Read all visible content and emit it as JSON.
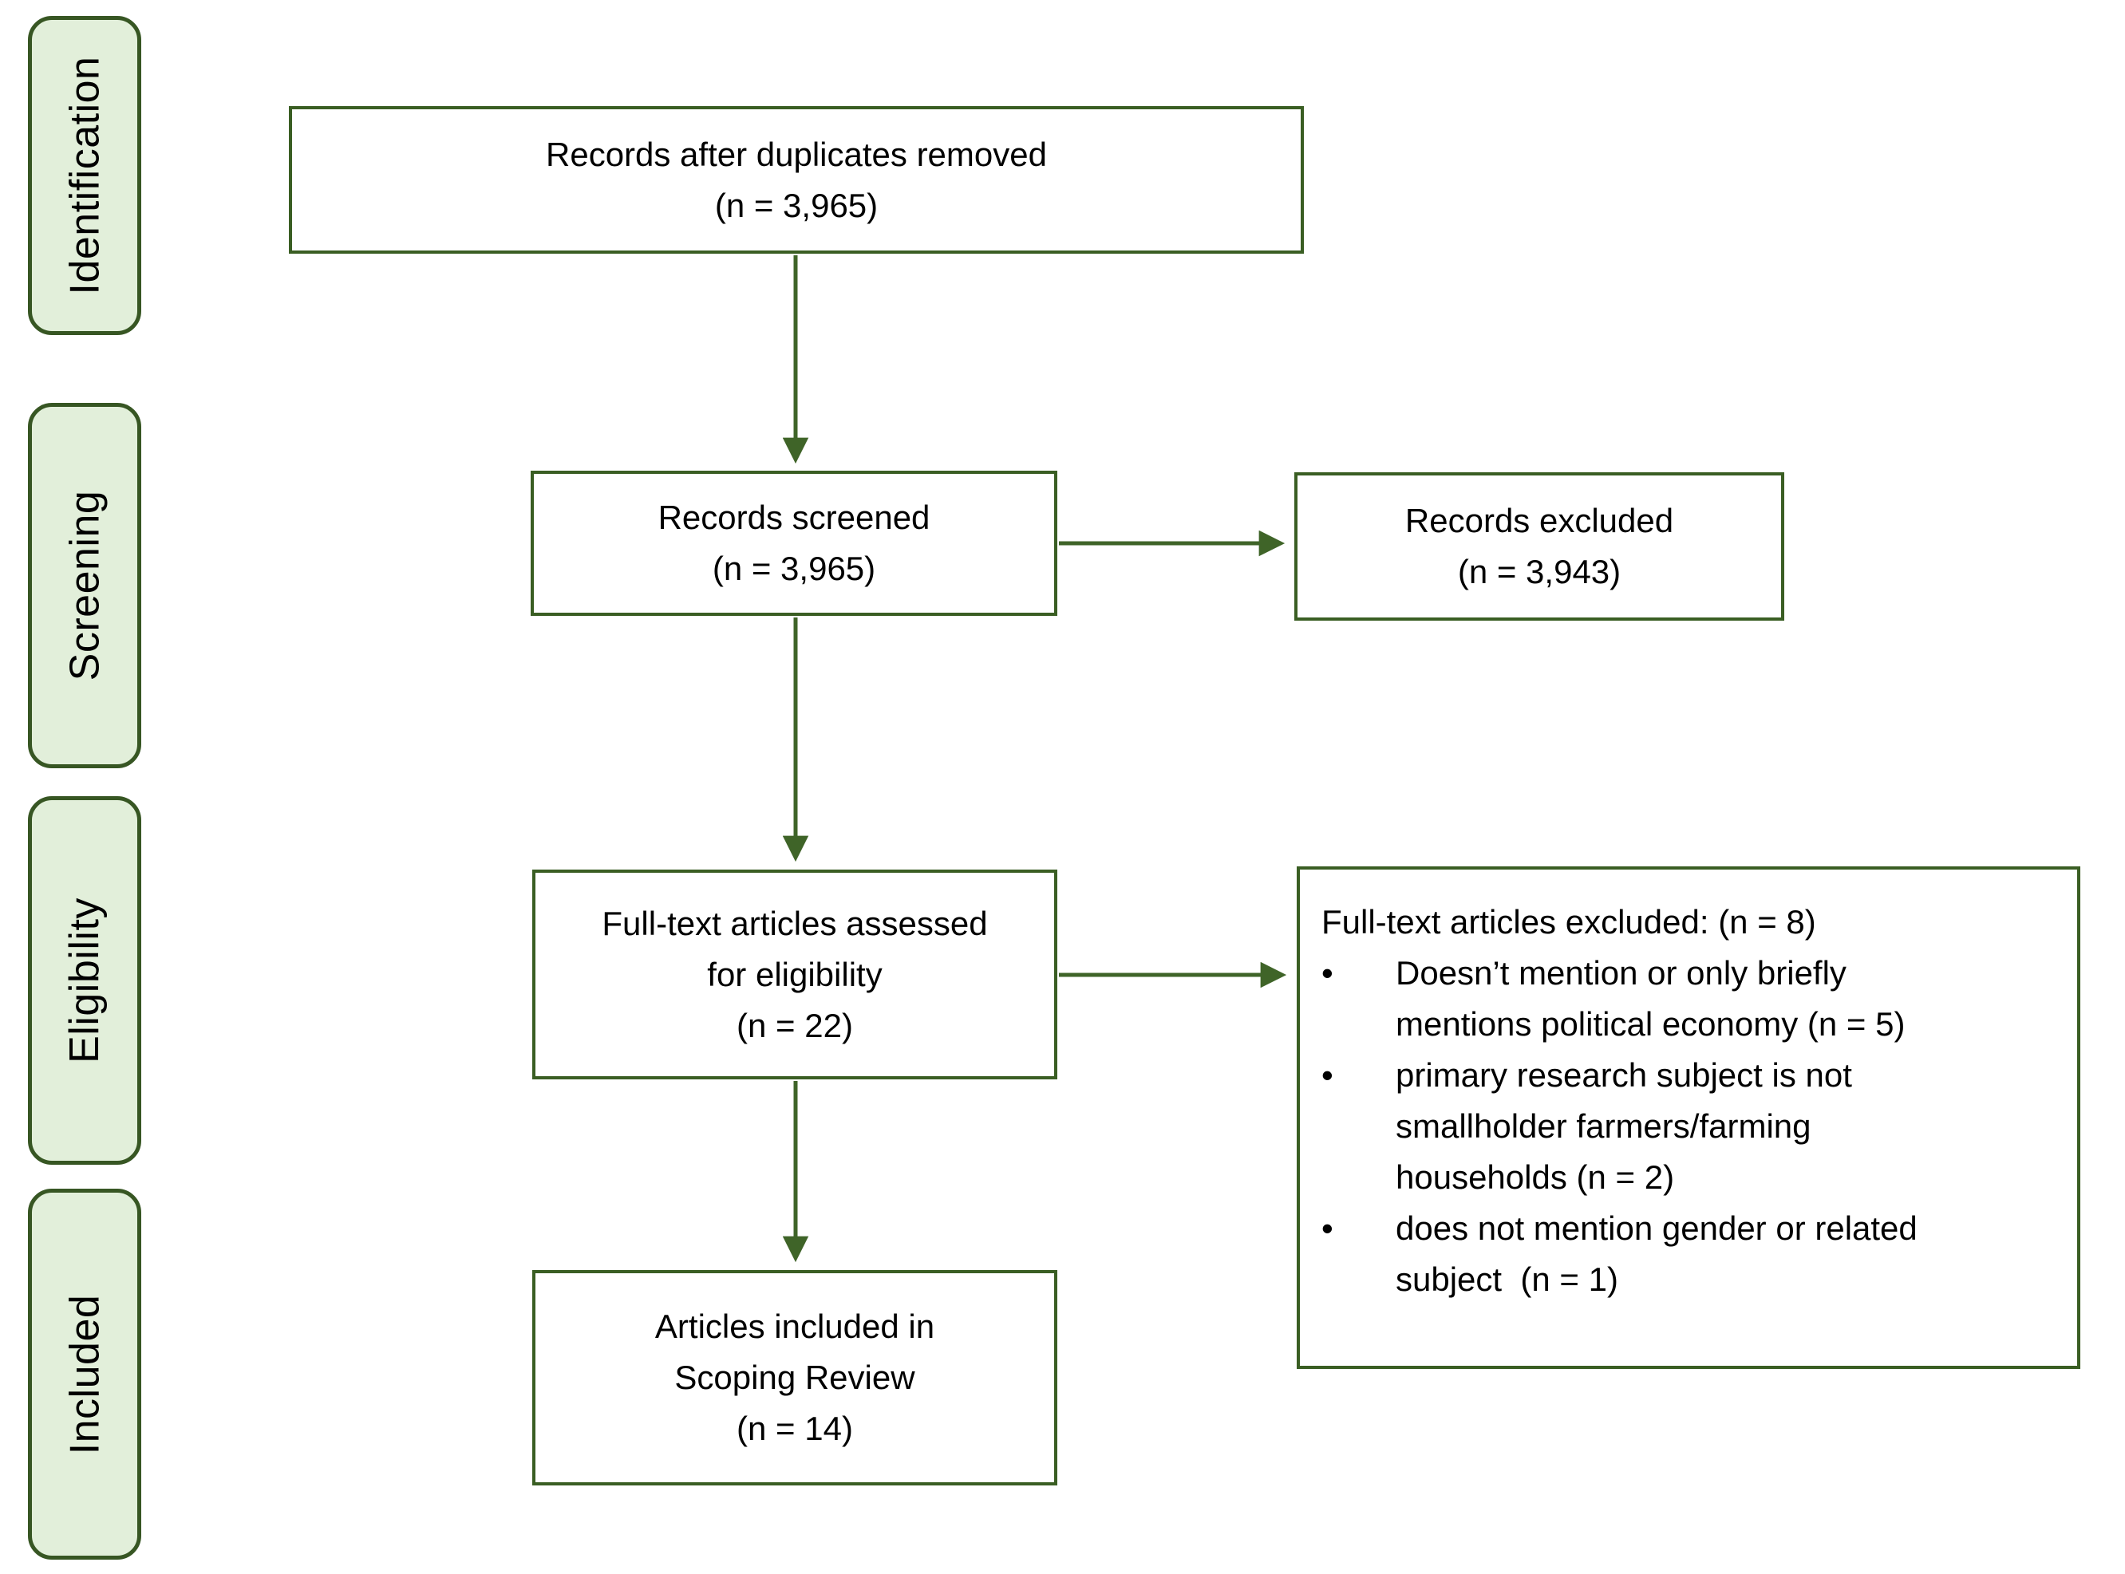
{
  "colors": {
    "stage_fill": "#e2efda",
    "stage_border": "#375623",
    "box_border": "#3a5e23",
    "arrow": "#3f6428",
    "text": "#000000"
  },
  "bullet_char": "•",
  "stages": [
    {
      "label": "Identification"
    },
    {
      "label": "Screening"
    },
    {
      "label": "Eligibility"
    },
    {
      "label": "Included"
    }
  ],
  "boxes": {
    "records_after_duplicates": {
      "lines": [
        "Records after duplicates removed",
        "(n = 3,965)"
      ]
    },
    "records_screened": {
      "lines": [
        "Records screened",
        "(n = 3,965)"
      ]
    },
    "records_excluded": {
      "lines": [
        "Records excluded",
        "(n = 3,943)"
      ]
    },
    "fulltext_assessed": {
      "lines": [
        "Full-text articles assessed",
        "for eligibility",
        "(n = 22)"
      ]
    },
    "fulltext_excluded": {
      "title": "Full-text articles excluded: (n = 8)",
      "bullets": [
        {
          "lines": [
            "Doesn’t mention or only briefly",
            "mentions political economy (n = 5)"
          ]
        },
        {
          "lines": [
            "primary research subject is not",
            "smallholder farmers/farming",
            "households (n = 2)"
          ]
        },
        {
          "lines": [
            "does not mention gender or related",
            "subject  (n = 1)"
          ]
        }
      ]
    },
    "articles_included": {
      "lines": [
        "Articles included in",
        "Scoping Review",
        "(n = 14)"
      ]
    }
  }
}
